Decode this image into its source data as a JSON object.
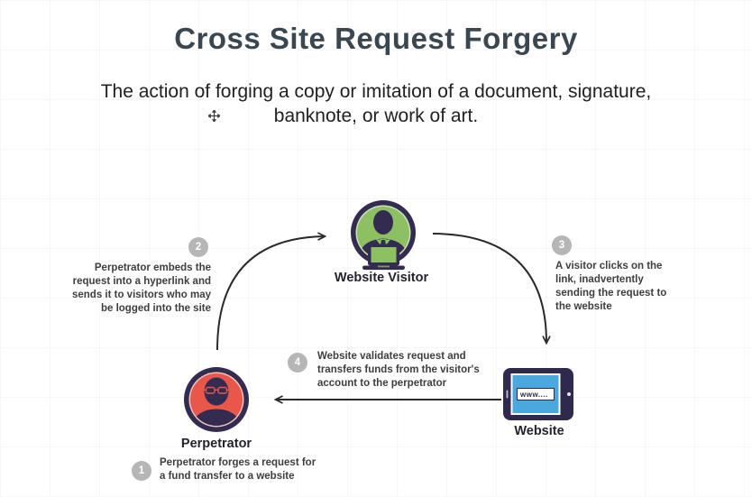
{
  "title": "Cross Site Request Forgery",
  "subtitle": {
    "line1": "The action of forging a copy or imitation of a document, signature,",
    "line2": "banknote, or work of art."
  },
  "diagram": {
    "nodes": {
      "visitor": {
        "label": "Website Visitor"
      },
      "perpetrator": {
        "label": "Perpetrator"
      },
      "website": {
        "label": "Website",
        "address_text": "www...."
      }
    },
    "steps": [
      {
        "number": "1",
        "lines": [
          "Perpetrator forges a request for",
          "a fund transfer to a website"
        ]
      },
      {
        "number": "2",
        "lines": [
          "Perpetrator embeds the",
          "request into a hyperlink  and",
          "sends it to visitors who may",
          "be logged into the site"
        ]
      },
      {
        "number": "3",
        "lines": [
          "A visitor clicks on the",
          "link, inadvertently",
          "sending the request to",
          "the website"
        ]
      },
      {
        "number": "4",
        "lines": [
          "Website validates request and",
          "transfers funds from the visitor's",
          "account to the  perpetrator"
        ]
      }
    ]
  },
  "colors": {
    "title": "#3a4750",
    "accent_green": "#8cc063",
    "accent_red": "#e8574a",
    "accent_navy": "#342b50",
    "accent_blue": "#4aa8de",
    "step_gray": "#b6b6b6",
    "arrow": "#2a2a2a"
  }
}
